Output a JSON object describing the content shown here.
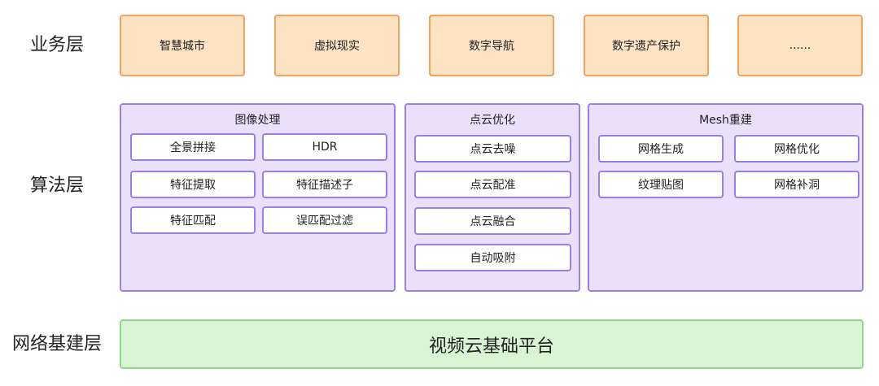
{
  "layers": {
    "business": "业务层",
    "algorithm": "算法层",
    "network": "网络基建层"
  },
  "business_items": [
    "智慧城市",
    "虚拟现实",
    "数字导航",
    "数字遗产保护",
    "......"
  ],
  "groups": {
    "image": {
      "title": "图像处理",
      "items": [
        "全景拼接",
        "HDR",
        "特征提取",
        "特征描述子",
        "特征匹配",
        "误匹配过滤"
      ]
    },
    "pointcloud": {
      "title": "点云优化",
      "items": [
        "点云去噪",
        "点云配准",
        "点云融合",
        "自动吸附"
      ]
    },
    "mesh": {
      "title": "Mesh重建",
      "items": [
        "网格生成",
        "网格优化",
        "纹理贴图",
        "网格补洞"
      ]
    }
  },
  "platform": "视频云基础平台"
}
